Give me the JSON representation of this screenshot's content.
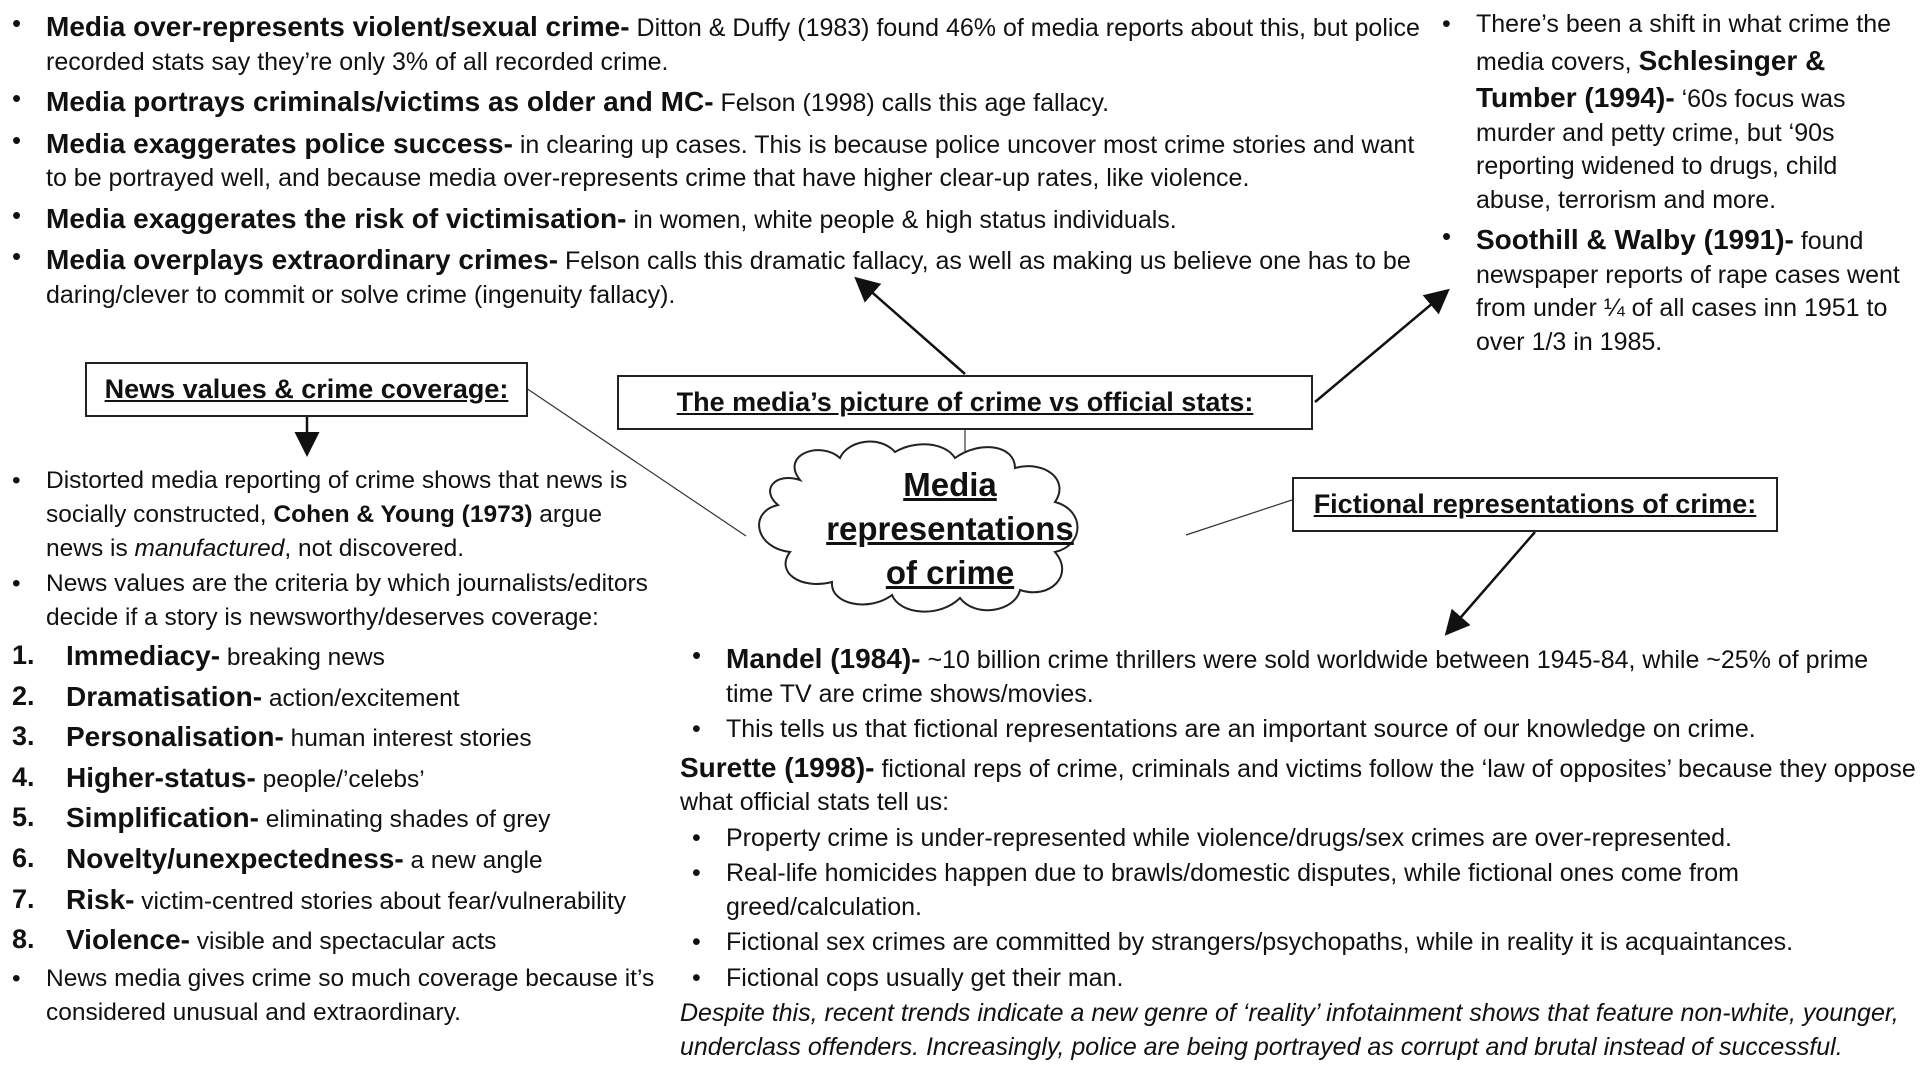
{
  "central": {
    "title_line1": "Media",
    "title_line2": "representations",
    "title_line3": "of crime"
  },
  "headings": {
    "official_stats": "The media’s picture of crime vs official stats:",
    "news_values": "News values & crime coverage:",
    "fictional": "Fictional representations of crime:"
  },
  "stats_points": [
    {
      "bold": "Media over-represents violent/sexual crime-",
      "text": " Ditton & Duffy (1983) found 46% of media reports about this, but police recorded stats say they’re only 3% of all recorded crime."
    },
    {
      "bold": "Media portrays criminals/victims as older and MC-",
      "text": " Felson (1998) calls this age fallacy."
    },
    {
      "bold": "Media exaggerates police success-",
      "text": " in clearing up cases. This is because police uncover most crime stories and want to be portrayed well, and because media over-represents crime that have higher clear-up rates, like violence."
    },
    {
      "bold": "Media exaggerates the risk of victimisation-",
      "text": " in women, white people & high status individuals."
    },
    {
      "bold": "Media overplays extraordinary crimes-",
      "text": " Felson calls this dramatic fallacy, as well as making us believe one has to be daring/clever to commit or solve crime (ingenuity fallacy)."
    }
  ],
  "shift_points": [
    {
      "pre": "There’s been a shift in what crime the media covers, ",
      "bold": "Schlesinger & Tumber (1994)-",
      "text": " ‘60s focus was murder and petty crime, but ‘90s reporting widened to drugs, child abuse, terrorism and more."
    },
    {
      "pre": "",
      "bold": "Soothill & Walby (1991)-",
      "text": " found newspaper reports of rape cases went from under ¼ of all cases inn 1951 to over 1/3 in 1985."
    }
  ],
  "news_intro": {
    "distorted_pre": "Distorted media reporting of crime shows that news is socially constructed, ",
    "distorted_bold": "Cohen & Young (1973)",
    "distorted_mid": " argue news is ",
    "distorted_em": "manufactured",
    "distorted_post": ", not discovered.",
    "criteria": "News values are the criteria by which journalists/editors decide if a story is newsworthy/deserves coverage:"
  },
  "news_values": [
    {
      "num": "1.",
      "bold": "Immediacy-",
      "text": " breaking news"
    },
    {
      "num": "2.",
      "bold": "Dramatisation-",
      "text": " action/excitement"
    },
    {
      "num": "3.",
      "bold": "Personalisation-",
      "text": " human interest stories"
    },
    {
      "num": "4.",
      "bold": "Higher-status-",
      "text": " people/’celebs’"
    },
    {
      "num": "5.",
      "bold": "Simplification-",
      "text": " eliminating shades of grey"
    },
    {
      "num": "6.",
      "bold": "Novelty/unexpectedness-",
      "text": " a new angle"
    },
    {
      "num": "7.",
      "bold": "Risk-",
      "text": " victim-centred stories about fear/vulnerability"
    },
    {
      "num": "8.",
      "bold": "Violence-",
      "text": " visible and spectacular acts"
    }
  ],
  "news_outro": "News media gives crime so much coverage because it’s considered unusual and extraordinary.",
  "fiction": {
    "mandel_bold": "Mandel (1984)-",
    "mandel_text": " ~10 billion crime thrillers were sold worldwide between 1945-84, while ~25% of prime time TV are crime shows/movies.",
    "knowledge": "This tells us that fictional representations are an important source of our knowledge on crime.",
    "surette_bold": "Surette (1998)-",
    "surette_text": " fictional reps of crime, criminals and victims follow the ‘law of opposites’ because they oppose what official stats tell us:",
    "opposites": [
      "Property crime is under-represented while violence/drugs/sex crimes are over-represented.",
      "Real-life homicides happen due to brawls/domestic disputes, while fictional ones come from greed/calculation.",
      "Fictional sex crimes are committed by strangers/psychopaths, while in reality it is acquaintances.",
      "Fictional cops usually get their man."
    ],
    "conclusion": "Despite this, recent trends indicate a new genre of ‘reality’  infotainment shows that feature non-white, younger, underclass offenders. Increasingly, police are being portrayed as corrupt and brutal instead of successful."
  }
}
